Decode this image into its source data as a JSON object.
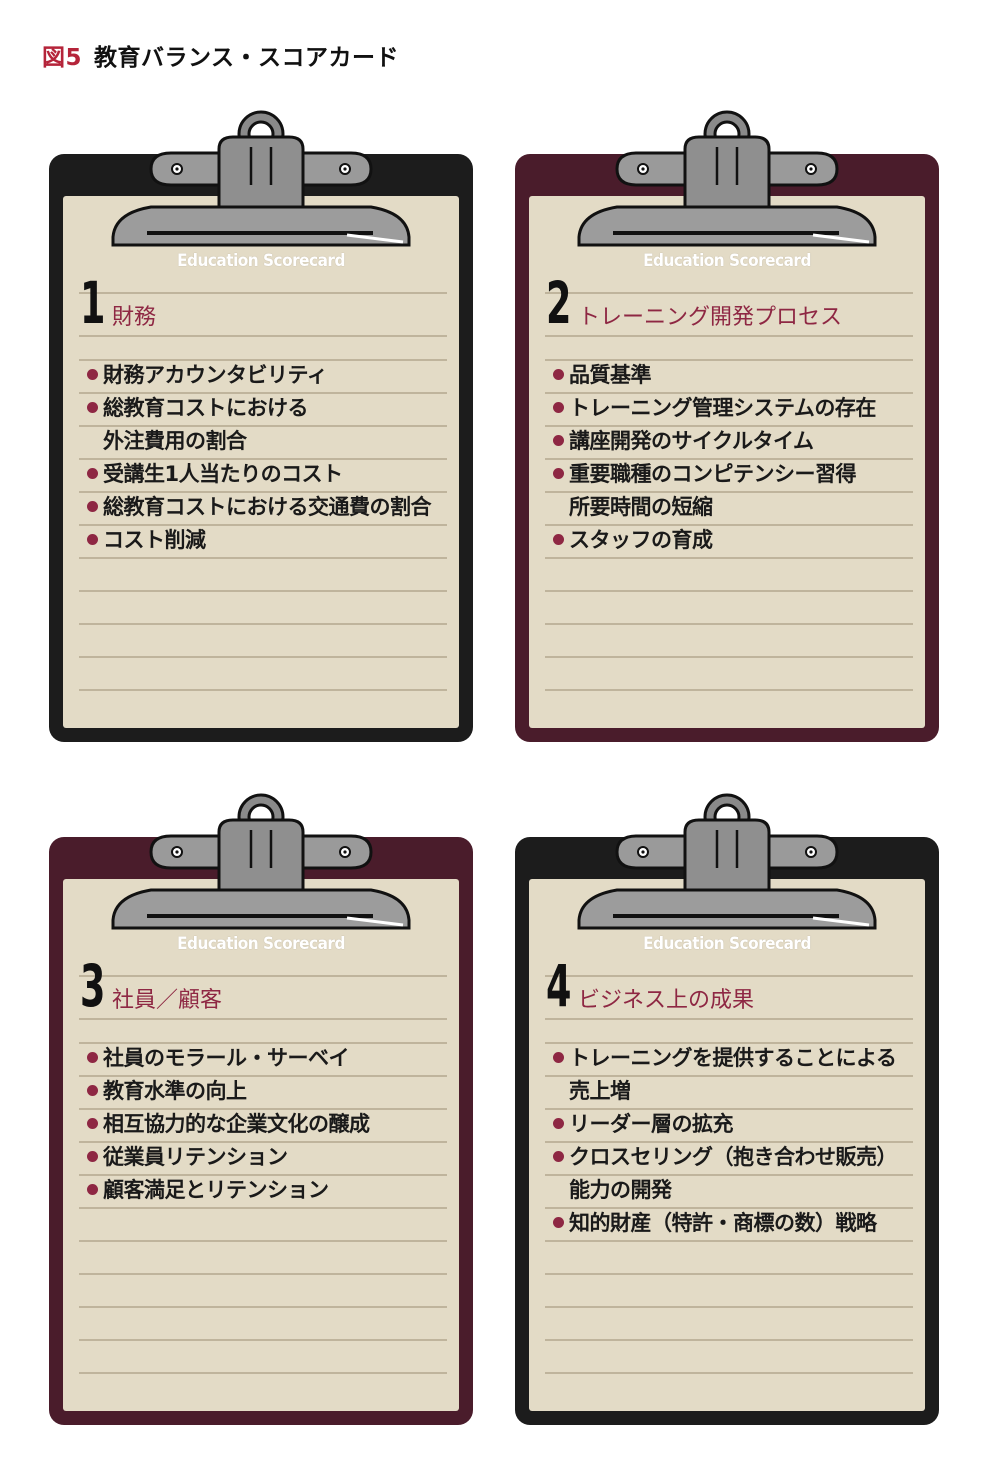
{
  "figure": {
    "number": "図5",
    "title": "教育バランス・スコアカード"
  },
  "colors": {
    "black_board": "#1c1c1c",
    "maroon_board": "#4a1c2b",
    "accent": "#8e2743",
    "paper": "#e3dbc6"
  },
  "cards": [
    {
      "num": "1",
      "label": "Education Scorecard",
      "category": "財務",
      "board": "black",
      "items": [
        {
          "t": "財務アカウンタビリティ",
          "b": true
        },
        {
          "t": "総教育コストにおける",
          "b": true
        },
        {
          "t": "外注費用の割合",
          "b": false
        },
        {
          "t": "受講生1人当たりのコスト",
          "b": true
        },
        {
          "t": "総教育コストにおける交通費の割合",
          "b": true
        },
        {
          "t": "コスト削減",
          "b": true
        }
      ]
    },
    {
      "num": "2",
      "label": "Education Scorecard",
      "category": "トレーニング開発プロセス",
      "board": "maroon",
      "items": [
        {
          "t": "品質基準",
          "b": true
        },
        {
          "t": "トレーニング管理システムの存在",
          "b": true
        },
        {
          "t": "講座開発のサイクルタイム",
          "b": true
        },
        {
          "t": "重要職種のコンピテンシー習得",
          "b": true
        },
        {
          "t": "所要時間の短縮",
          "b": false
        },
        {
          "t": "スタッフの育成",
          "b": true
        }
      ]
    },
    {
      "num": "3",
      "label": "Education Scorecard",
      "category": "社員／顧客",
      "board": "maroon",
      "items": [
        {
          "t": "社員のモラール・サーベイ",
          "b": true
        },
        {
          "t": "教育水準の向上",
          "b": true
        },
        {
          "t": "相互協力的な企業文化の醸成",
          "b": true
        },
        {
          "t": "従業員リテンション",
          "b": true
        },
        {
          "t": "顧客満足とリテンション",
          "b": true
        }
      ]
    },
    {
      "num": "4",
      "label": "Education Scorecard",
      "category": "ビジネス上の成果",
      "board": "black",
      "items": [
        {
          "t": "トレーニングを提供することによる",
          "b": true
        },
        {
          "t": "売上増",
          "b": false
        },
        {
          "t": "リーダー層の拡充",
          "b": true
        },
        {
          "t": "クロスセリング（抱き合わせ販売）",
          "b": true
        },
        {
          "t": "能力の開発",
          "b": false
        },
        {
          "t": "知的財産（特許・商標の数）戦略",
          "b": true
        }
      ]
    }
  ]
}
